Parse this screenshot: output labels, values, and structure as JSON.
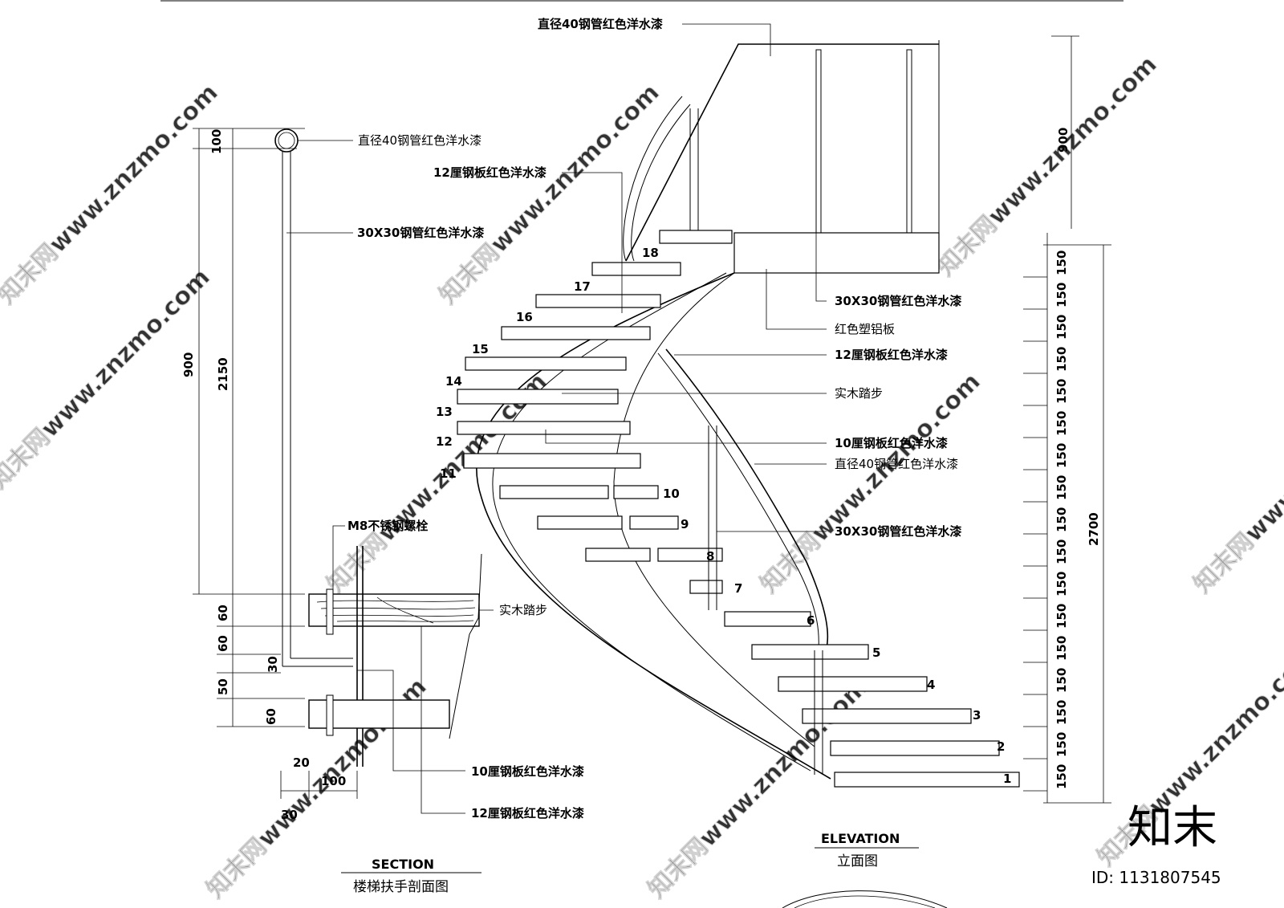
{
  "watermark": {
    "text": "知末网www.znzmo.com",
    "logo": "知末",
    "id": "ID: 1131807545"
  },
  "section": {
    "title_en": "SECTION",
    "title_cn": "楼梯扶手剖面图",
    "labels": {
      "handrail_pipe": "直径40钢管红色洋水漆",
      "plate12_top": "12厘钢板红色洋水漆",
      "post30": "30X30钢管红色洋水漆",
      "bolt": "M8不锈钢螺栓",
      "tread": "实木踏步",
      "plate10": "10厘钢板红色洋水漆",
      "plate12_bottom": "12厘钢板红色洋水漆"
    },
    "dims": {
      "d100_top": "100",
      "d900": "900",
      "d2150": "2150",
      "d60_a": "60",
      "d60_b": "60",
      "d30_v": "30",
      "d50": "50",
      "d60_c": "60",
      "d20": "20",
      "d100_h": "100",
      "d30_h": "30"
    }
  },
  "elevation": {
    "title_en": "ELEVATION",
    "title_cn": "立面图",
    "labels": {
      "top_pipe": "直径40钢管红色洋水漆",
      "post30_a": "30X30钢管红色洋水漆",
      "panel": "红色塑铝板",
      "plate12": "12厘钢板红色洋水漆",
      "tread": "实木踏步",
      "plate10": "10厘钢板红色洋水漆",
      "pipe40": "直径40钢管红色洋水漆",
      "post30_b": "30X30钢管红色洋水漆"
    },
    "steps": [
      "1",
      "2",
      "3",
      "4",
      "5",
      "6",
      "7",
      "8",
      "9",
      "10",
      "11",
      "12",
      "13",
      "14",
      "15",
      "16",
      "17",
      "18"
    ],
    "dims": {
      "d900": "900",
      "d2700": "2700",
      "d150": "150"
    }
  }
}
